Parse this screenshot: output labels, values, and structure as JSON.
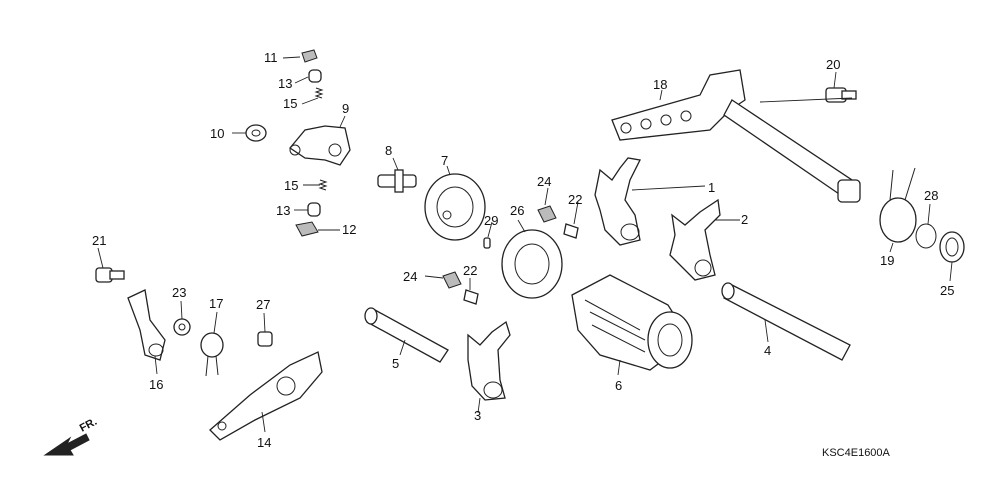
{
  "diagram": {
    "callouts": {
      "c1": "1",
      "c2": "2",
      "c3": "3",
      "c4": "4",
      "c5": "5",
      "c6": "6",
      "c7": "7",
      "c8": "8",
      "c9": "9",
      "c10": "10",
      "c11": "11",
      "c12": "12",
      "c13a": "13",
      "c13b": "13",
      "c14": "14",
      "c15a": "15",
      "c15b": "15",
      "c16": "16",
      "c17": "17",
      "c18": "18",
      "c19": "19",
      "c20": "20",
      "c21": "21",
      "c22a": "22",
      "c22b": "22",
      "c23": "23",
      "c24a": "24",
      "c24b": "24",
      "c25": "25",
      "c26": "26",
      "c27": "27",
      "c28": "28",
      "c29": "29"
    },
    "front_label": "FR.",
    "drawing_code": "KSC4E1600A"
  }
}
